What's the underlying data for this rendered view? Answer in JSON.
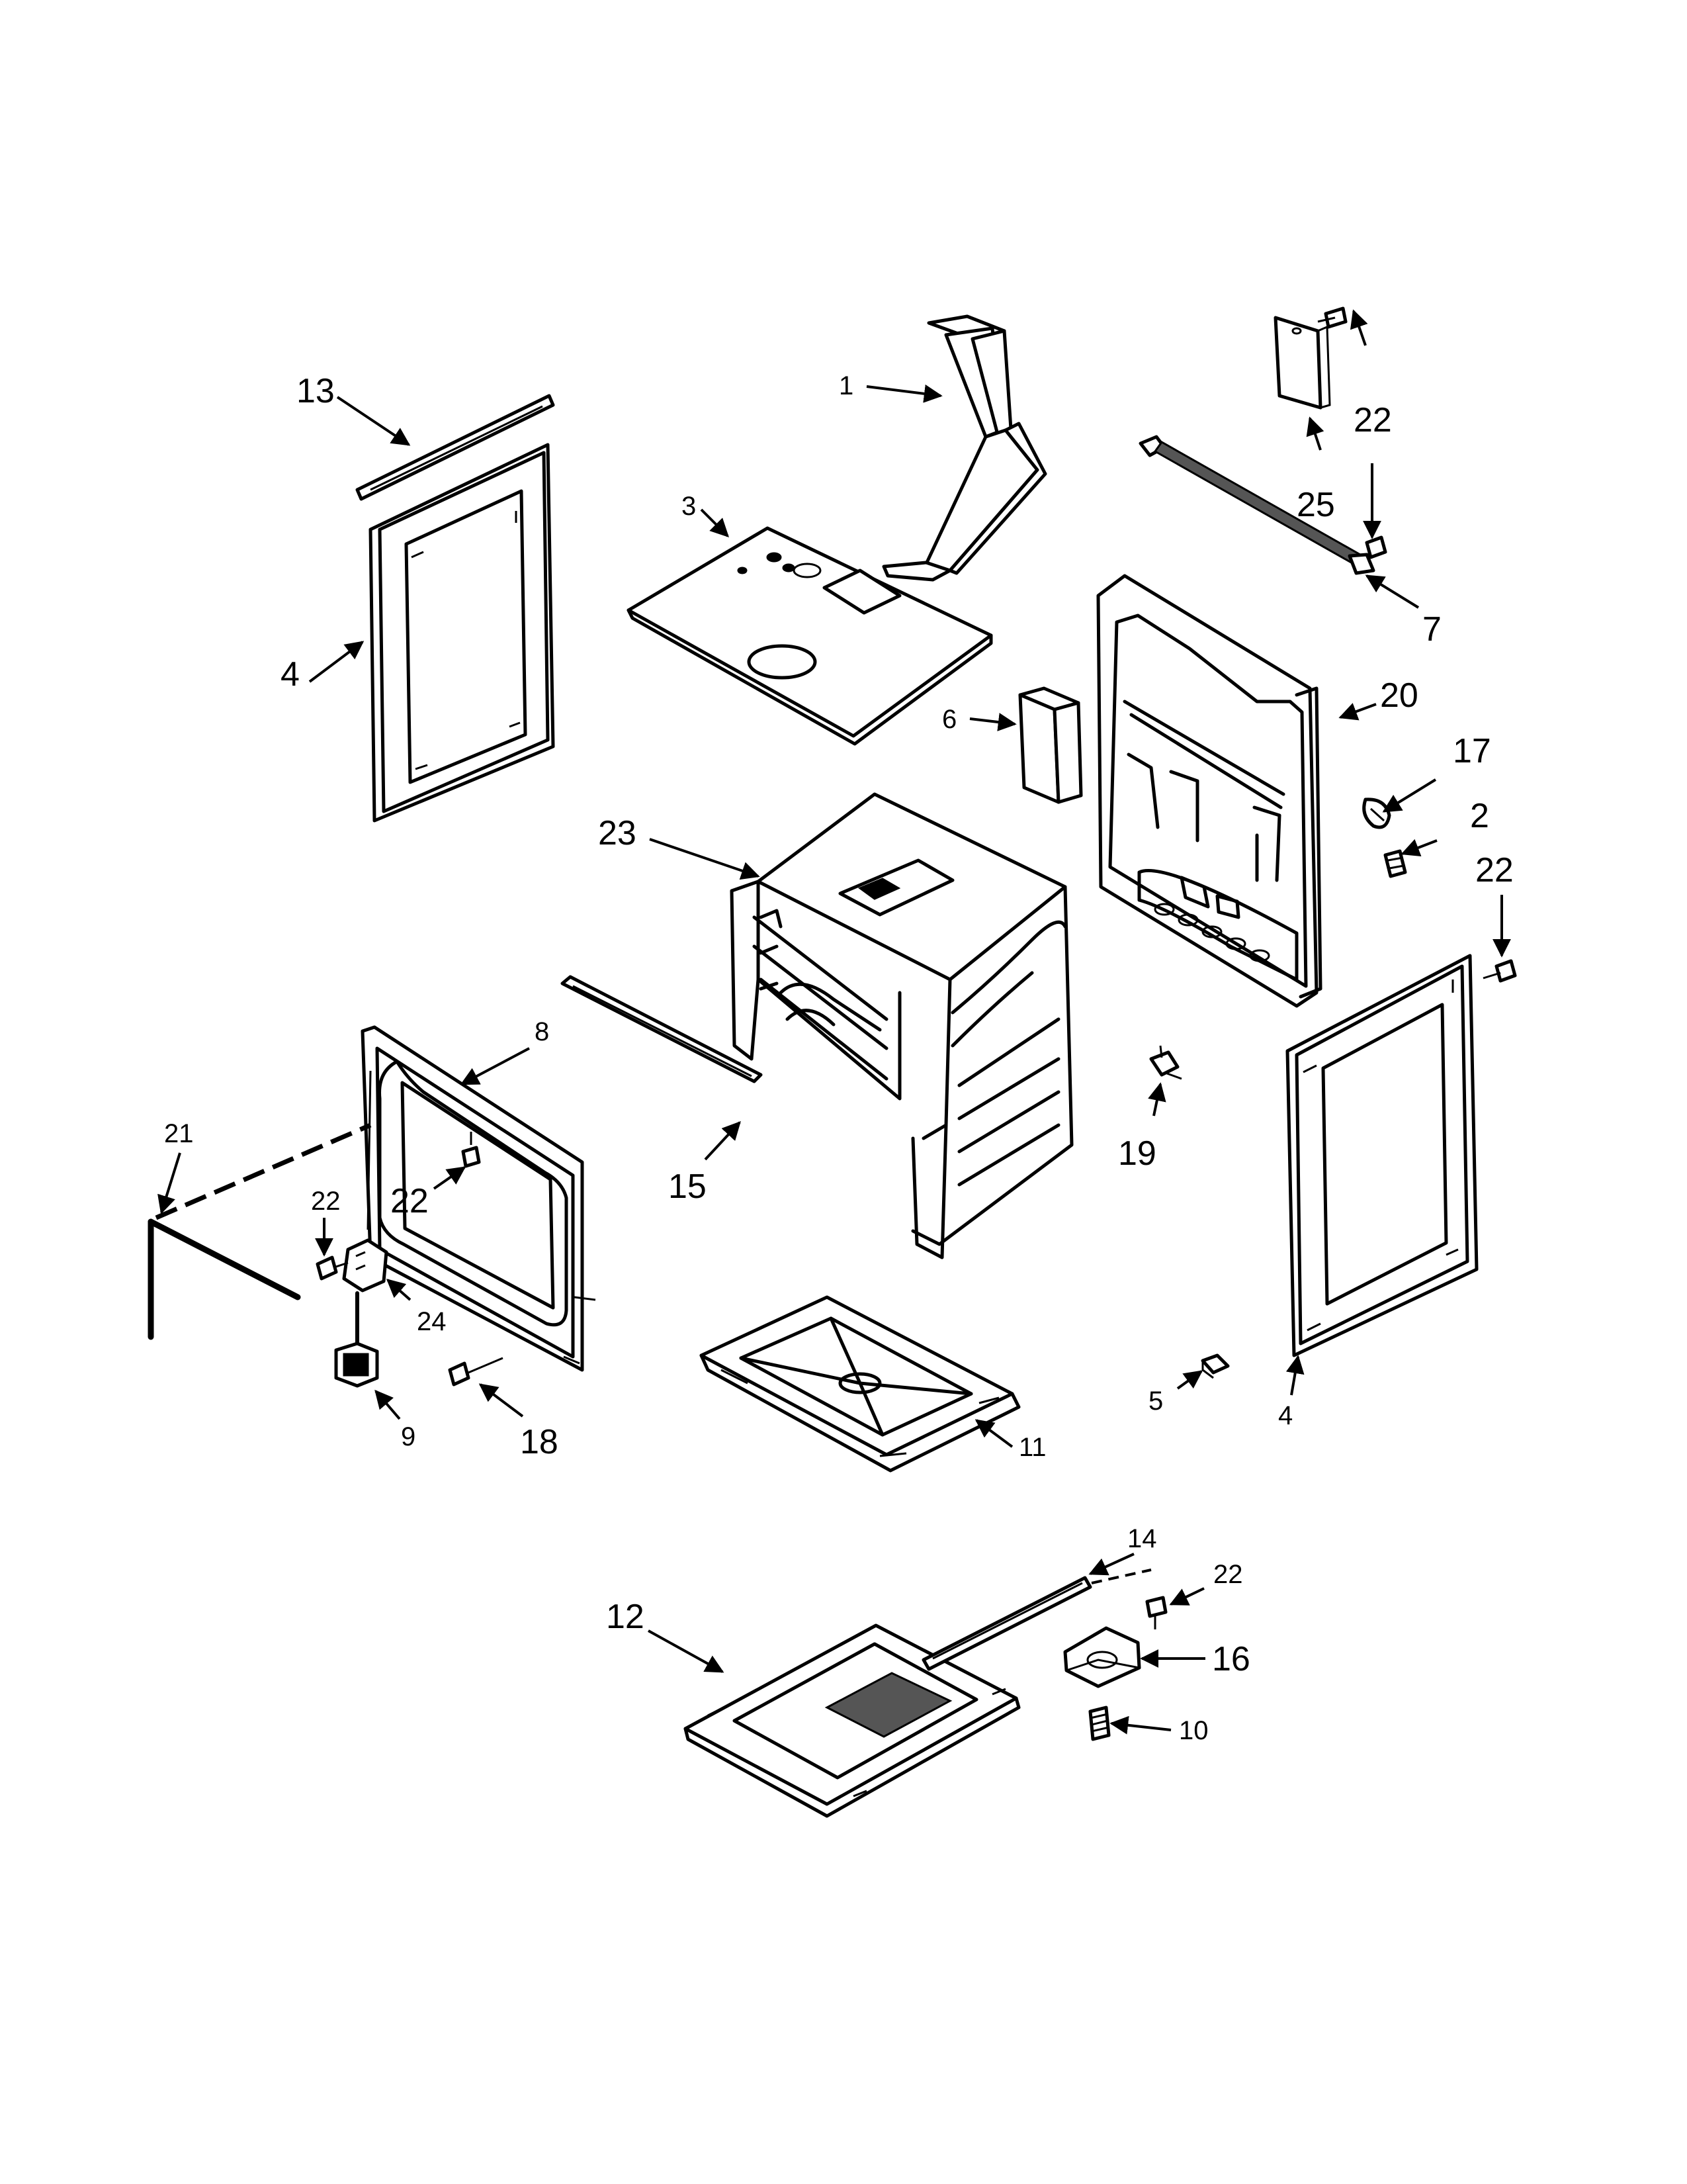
{
  "callouts": [
    {
      "id": "c1",
      "text": "1"
    },
    {
      "id": "c2",
      "text": "2"
    },
    {
      "id": "c3",
      "text": "3"
    },
    {
      "id": "c4a",
      "text": "4"
    },
    {
      "id": "c4b",
      "text": "4"
    },
    {
      "id": "c5",
      "text": "5"
    },
    {
      "id": "c6",
      "text": "6"
    },
    {
      "id": "c7",
      "text": "7"
    },
    {
      "id": "c8",
      "text": "8"
    },
    {
      "id": "c9",
      "text": "9"
    },
    {
      "id": "c10",
      "text": "10"
    },
    {
      "id": "c11",
      "text": "11"
    },
    {
      "id": "c12",
      "text": "12"
    },
    {
      "id": "c13",
      "text": "13"
    },
    {
      "id": "c14",
      "text": "14"
    },
    {
      "id": "c15",
      "text": "15"
    },
    {
      "id": "c16",
      "text": "16"
    },
    {
      "id": "c17",
      "text": "17"
    },
    {
      "id": "c18",
      "text": "18"
    },
    {
      "id": "c19",
      "text": "19"
    },
    {
      "id": "c20",
      "text": "20"
    },
    {
      "id": "c21",
      "text": "21"
    },
    {
      "id": "c22a",
      "text": "22"
    },
    {
      "id": "c22b",
      "text": "22"
    },
    {
      "id": "c22c",
      "text": "22"
    },
    {
      "id": "c22d",
      "text": "22"
    },
    {
      "id": "c22e",
      "text": "22"
    },
    {
      "id": "c23",
      "text": "23"
    },
    {
      "id": "c24",
      "text": "24"
    },
    {
      "id": "c25",
      "text": "25"
    }
  ]
}
